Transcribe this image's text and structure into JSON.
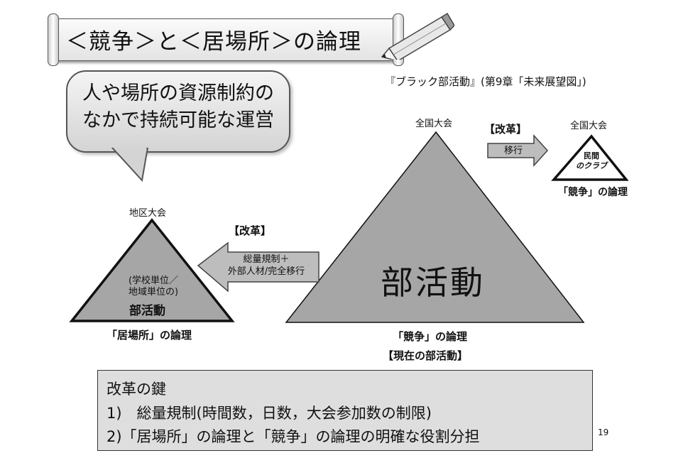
{
  "title": "＜競争＞と＜居場所＞の論理",
  "source": "『ブラック部活動』(第9章「未来展望図」)",
  "bubble": {
    "line1": "人や場所の資源制約の",
    "line2": "なかで持続可能な運営"
  },
  "left_triangle": {
    "top_label": "地区大会",
    "inner_line1": "(学校単位／",
    "inner_line2": "地域単位の)",
    "inner_main": "部活動",
    "logic_label": "「居場所」の論理"
  },
  "center_triangle": {
    "top_label": "全国大会",
    "inner_main": "部活動",
    "logic_label": "「競争」の論理",
    "current_label": "【現在の部活動】"
  },
  "right_triangle": {
    "top_label": "全国大会",
    "inner_line1": "民間",
    "inner_line2": "のクラブ",
    "logic_label": "「競争」の論理"
  },
  "left_arrow": {
    "heading": "【改革】",
    "line1": "総量規制＋",
    "line2": "外部人材/完全移行"
  },
  "right_arrow": {
    "heading": "【改革】",
    "line1": "移行"
  },
  "key": {
    "heading": "改革の鍵",
    "item1": "1)　総量規制(時間数，日数，大会参加数の制限)",
    "item2": "2)「居場所」の論理と「競争」の論理の明確な役割分担"
  },
  "page_number": "19",
  "colors": {
    "triangle_fill": "#a6a6a6",
    "arrow_fill": "#bdbdbd",
    "key_bg": "#dedede"
  }
}
